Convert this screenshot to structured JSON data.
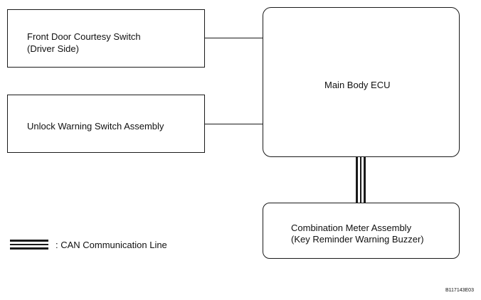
{
  "boxes": {
    "front_door_switch": {
      "line1": "Front Door Courtesy Switch",
      "line2": "(Driver Side)"
    },
    "unlock_warning_switch": {
      "label": "Unlock Warning Switch Assembly"
    },
    "main_body_ecu": {
      "label": "Main Body ECU"
    },
    "combination_meter": {
      "line1": "Combination Meter Assembly",
      "line2": "(Key Reminder Warning Buzzer)"
    }
  },
  "legend": {
    "can_label": ": CAN Communication Line"
  },
  "figure_code": "B117143E03"
}
